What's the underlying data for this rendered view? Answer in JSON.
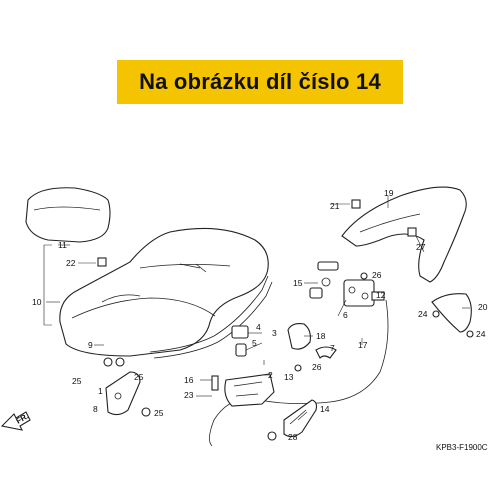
{
  "banner": {
    "text": "Na obrázku díl číslo 14",
    "color": "#f5c400"
  },
  "callouts": [
    "1",
    "2",
    "3",
    "4",
    "5",
    "6",
    "7",
    "8",
    "9",
    "10",
    "11",
    "12",
    "13",
    "14",
    "15",
    "16",
    "17",
    "18",
    "19",
    "20",
    "21",
    "22",
    "23",
    "24",
    "24",
    "25",
    "25",
    "25",
    "26",
    "26",
    "27",
    "28"
  ],
  "direction_label": "FR.",
  "diagram_code": "KPB3-F1900C",
  "icons": {
    "direction_arrow": "fr-arrow-icon"
  }
}
